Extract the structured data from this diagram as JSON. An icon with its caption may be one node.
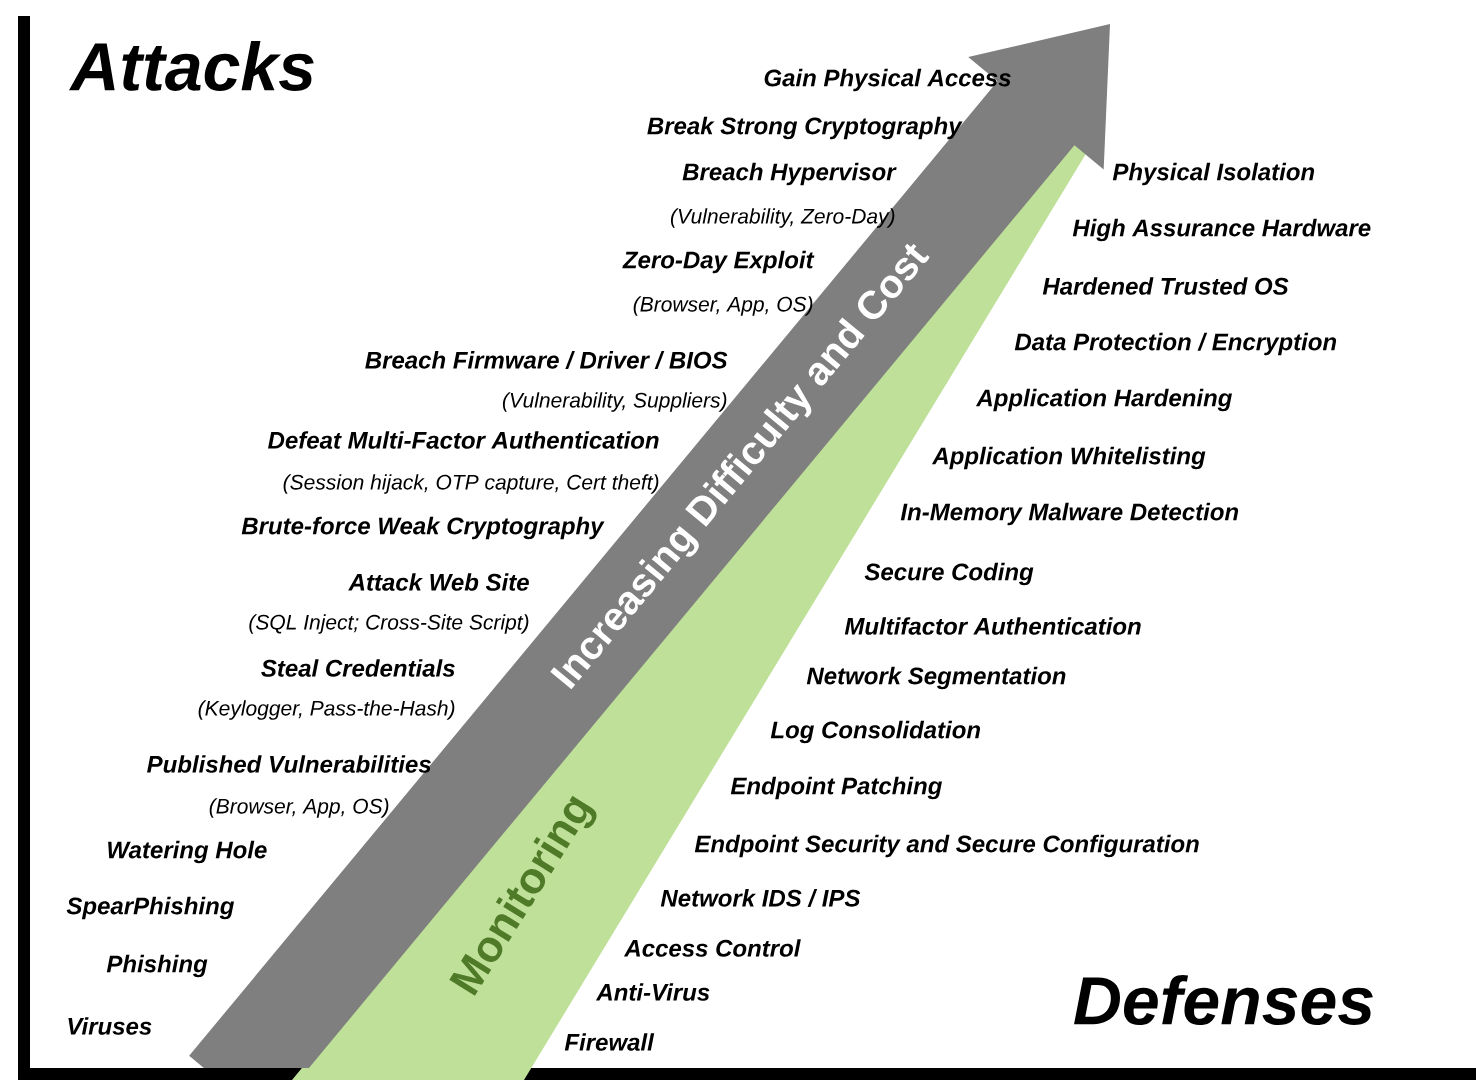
{
  "diagram": {
    "nodes": [
      {
        "text": [
          "Monitoring"
        ]
      },
      {
        "text": [
          "Increasing Difficulty and Cost"
        ]
      }
    ],
    "labels": [
      "Attacks",
      "Gain Physical Access",
      "Break Strong Cryptography",
      "Breach Hypervisor",
      "(Vulnerability, Zero-Day)",
      "Zero-Day Exploit",
      "(Browser, App, OS)",
      "Breach Firmware / Driver / BIOS",
      "(Vulnerability, Suppliers)",
      "Defeat Multi-Factor Authentication",
      "(Session hijack, OTP capture, Cert theft)",
      "Brute-force Weak Cryptography",
      "Attack Web Site",
      "(SQL Inject; Cross-Site Script)",
      "Steal Credentials",
      "(Keylogger, Pass-the-Hash)",
      "Published Vulnerabilities",
      "(Browser, App, OS)",
      "Watering Hole",
      "SpearPhishing",
      "Phishing",
      "Viruses",
      "Physical Isolation",
      "High Assurance Hardware",
      "Hardened Trusted OS",
      "Data Protection / Encryption",
      "Application Hardening",
      "Application Whitelisting",
      "In-Memory Malware Detection",
      "Secure Coding",
      "Multifactor Authentication",
      "Network Segmentation",
      "Log Consolidation",
      "Endpoint Patching",
      "Endpoint Security and Secure Configuration",
      "Network IDS / IPS",
      "Access Control",
      "Anti-Virus",
      "Firewall",
      "Defenses"
    ]
  }
}
